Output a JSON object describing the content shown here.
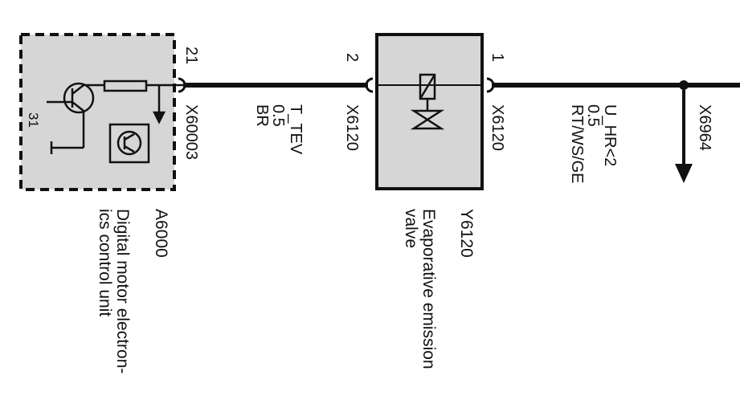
{
  "diagram": {
    "components": {
      "dme": {
        "id": "A6000",
        "name_line1": "Digital motor electron-",
        "name_line2": "ics control unit",
        "pin": "21",
        "connector": "X60003",
        "ground": "31"
      },
      "valve": {
        "id": "Y6120",
        "name_line1": "Evaporative emission",
        "name_line2": "valve",
        "pin_left": "2",
        "pin_right": "1",
        "connector_left": "X6120",
        "connector_right": "X6120"
      }
    },
    "wires": {
      "left": {
        "signal": "T_TEV",
        "gauge": "0.5",
        "color": "BR"
      },
      "right": {
        "signal": "U_HR<2",
        "gauge": "0.5",
        "color": "RT/WS/GE"
      }
    },
    "branch": {
      "connector": "X6964"
    }
  },
  "colors": {
    "box_fill": "#d6d6d6",
    "ink": "#111111"
  }
}
